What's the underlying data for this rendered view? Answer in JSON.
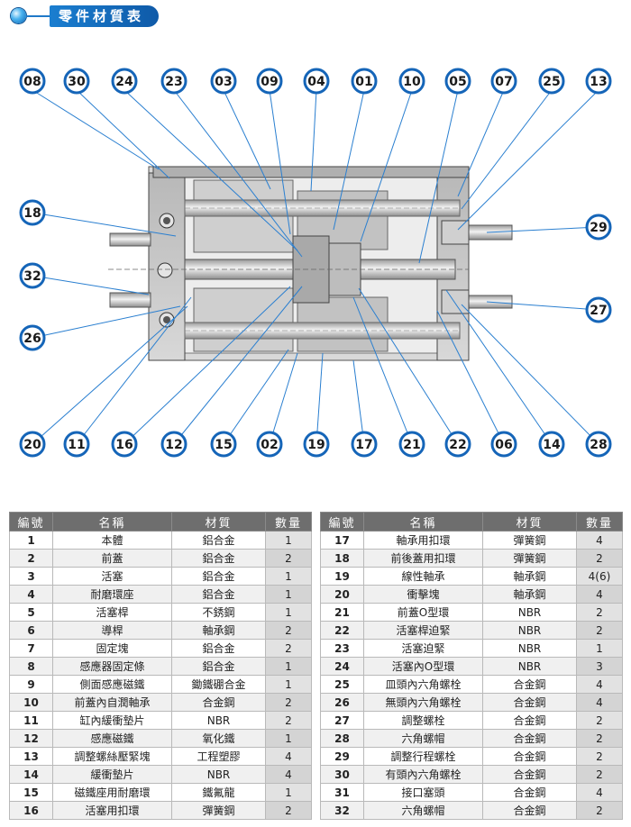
{
  "header": {
    "title": "零件材質表"
  },
  "diagram": {
    "top_labels": [
      "08",
      "30",
      "24",
      "23",
      "03",
      "09",
      "04",
      "01",
      "10",
      "05",
      "07",
      "25",
      "13"
    ],
    "bottom_labels": [
      "20",
      "11",
      "16",
      "12",
      "15",
      "02",
      "19",
      "17",
      "21",
      "22",
      "06",
      "14",
      "28"
    ],
    "left_labels": [
      "18",
      "32",
      "26"
    ],
    "right_labels": [
      "29",
      "27"
    ]
  },
  "table": {
    "headers": [
      "編號",
      "名稱",
      "材質",
      "數量"
    ],
    "left": [
      [
        "1",
        "本體",
        "鋁合金",
        "1"
      ],
      [
        "2",
        "前蓋",
        "鋁合金",
        "2"
      ],
      [
        "3",
        "活塞",
        "鋁合金",
        "1"
      ],
      [
        "4",
        "耐磨環座",
        "鋁合金",
        "1"
      ],
      [
        "5",
        "活塞桿",
        "不銹鋼",
        "1"
      ],
      [
        "6",
        "導桿",
        "軸承鋼",
        "2"
      ],
      [
        "7",
        "固定塊",
        "鋁合金",
        "2"
      ],
      [
        "8",
        "感應器固定條",
        "鋁合金",
        "1"
      ],
      [
        "9",
        "側面感應磁鐵",
        "鋤鐵硼合金",
        "1"
      ],
      [
        "10",
        "前蓋內自潤軸承",
        "合金鋼",
        "2"
      ],
      [
        "11",
        "缸內緩衝墊片",
        "NBR",
        "2"
      ],
      [
        "12",
        "感應磁鐵",
        "氧化鐵",
        "1"
      ],
      [
        "13",
        "調整螺絲壓緊塊",
        "工程塑膠",
        "4"
      ],
      [
        "14",
        "緩衝墊片",
        "NBR",
        "4"
      ],
      [
        "15",
        "磁鐵座用耐磨環",
        "鐵氟龍",
        "1"
      ],
      [
        "16",
        "活塞用扣環",
        "彈簧鋼",
        "2"
      ]
    ],
    "right": [
      [
        "17",
        "軸承用扣環",
        "彈簧鋼",
        "4"
      ],
      [
        "18",
        "前後蓋用扣環",
        "彈簧鋼",
        "2"
      ],
      [
        "19",
        "線性軸承",
        "軸承鋼",
        "4(6)"
      ],
      [
        "20",
        "衝擊塊",
        "軸承鋼",
        "4"
      ],
      [
        "21",
        "前蓋O型環",
        "NBR",
        "2"
      ],
      [
        "22",
        "活塞桿迫緊",
        "NBR",
        "2"
      ],
      [
        "23",
        "活塞迫緊",
        "NBR",
        "1"
      ],
      [
        "24",
        "活塞內O型環",
        "NBR",
        "3"
      ],
      [
        "25",
        "皿頭內六角螺栓",
        "合金鋼",
        "4"
      ],
      [
        "26",
        "無頭內六角螺栓",
        "合金鋼",
        "4"
      ],
      [
        "27",
        "調整螺栓",
        "合金鋼",
        "2"
      ],
      [
        "28",
        "六角螺帽",
        "合金鋼",
        "2"
      ],
      [
        "29",
        "調整行程螺栓",
        "合金鋼",
        "2"
      ],
      [
        "30",
        "有頭內六角螺栓",
        "合金鋼",
        "2"
      ],
      [
        "31",
        "接口塞頭",
        "合金鋼",
        "4"
      ],
      [
        "32",
        "六角螺帽",
        "合金鋼",
        "2"
      ]
    ]
  },
  "colors": {
    "accent_blue": "#0f6ab8",
    "header_gray": "#6e6e6e",
    "metal_gray": "#c8c8c8"
  }
}
